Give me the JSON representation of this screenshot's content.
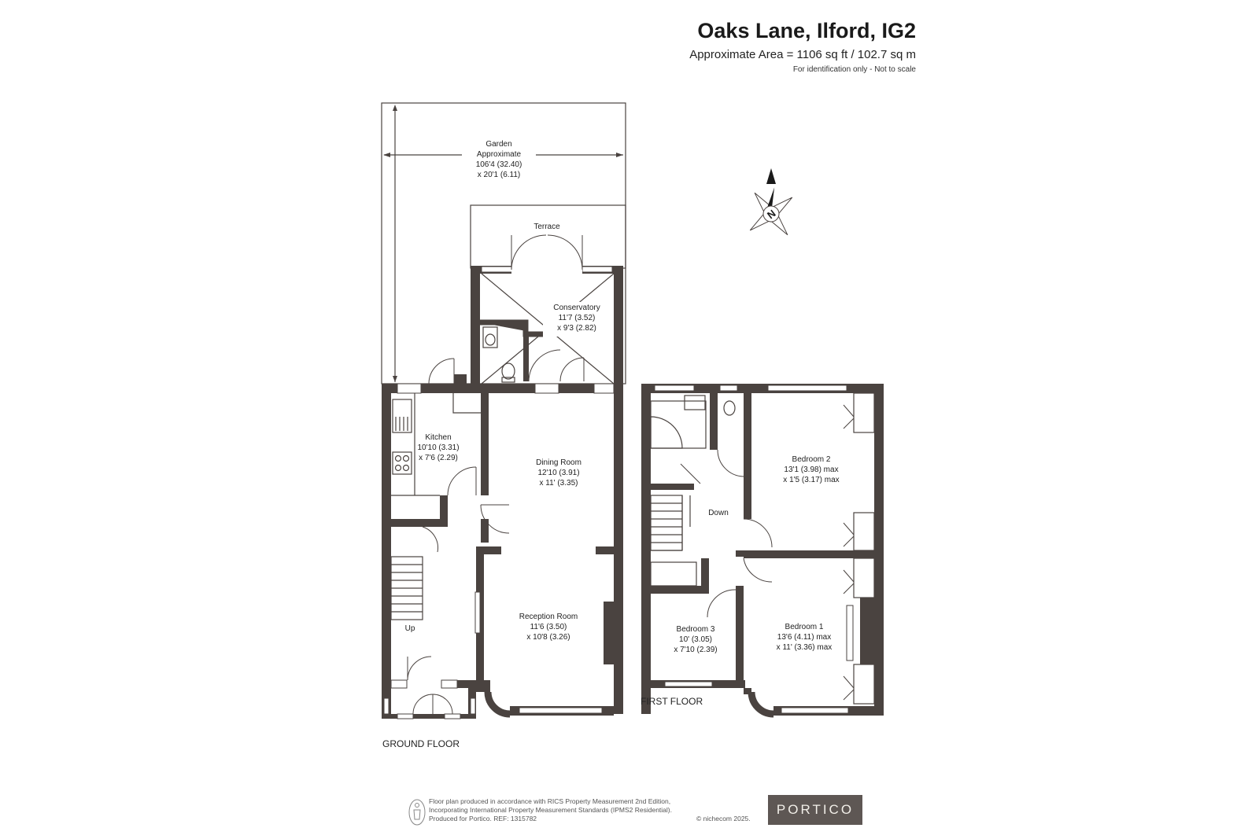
{
  "header": {
    "title": "Oaks Lane, Ilford, IG2",
    "area": "Approximate Area = 1106 sq ft / 102.7 sq m",
    "note": "For identification only - Not to scale"
  },
  "ground_floor": {
    "label": "GROUND FLOOR",
    "garden": [
      "Garden",
      "Approximate",
      "106'4 (32.40)",
      "x 20'1 (6.11)"
    ],
    "terrace": "Terrace",
    "conservatory": [
      "Conservatory",
      "11'7 (3.52)",
      "x 9'3 (2.82)"
    ],
    "kitchen": [
      "Kitchen",
      "10'10 (3.31)",
      "x 7'6 (2.29)"
    ],
    "dining": [
      "Dining Room",
      "12'10 (3.91)",
      "x 11' (3.35)"
    ],
    "reception": [
      "Reception Room",
      "11'6 (3.50)",
      "x 10'8 (3.26)"
    ],
    "stairs": "Up"
  },
  "first_floor": {
    "label": "FIRST FLOOR",
    "bedroom2": [
      "Bedroom 2",
      "13'1 (3.98) max",
      "x 1'5 (3.17) max"
    ],
    "bedroom1": [
      "Bedroom 1",
      "13'6 (4.11) max",
      "x 11' (3.36) max"
    ],
    "bedroom3": [
      "Bedroom 3",
      "10' (3.05)",
      "x 7'10 (2.39)"
    ],
    "stairs": "Down"
  },
  "compass": {
    "letter": "N",
    "icon": "compass-rose-icon"
  },
  "footer": {
    "lines": [
      "Floor plan produced in accordance with RICS Property Measurement 2nd Edition,",
      "Incorporating International Property Measurement Standards (IPMS2 Residential).",
      "Produced for Portico.   REF: 1315782"
    ],
    "copyright": "© nichecom 2025.",
    "brand": "PORTICO",
    "icon": "rics-person-icon"
  },
  "colors": {
    "wall": "#4a4340",
    "brand_bg": "#5e5754"
  }
}
